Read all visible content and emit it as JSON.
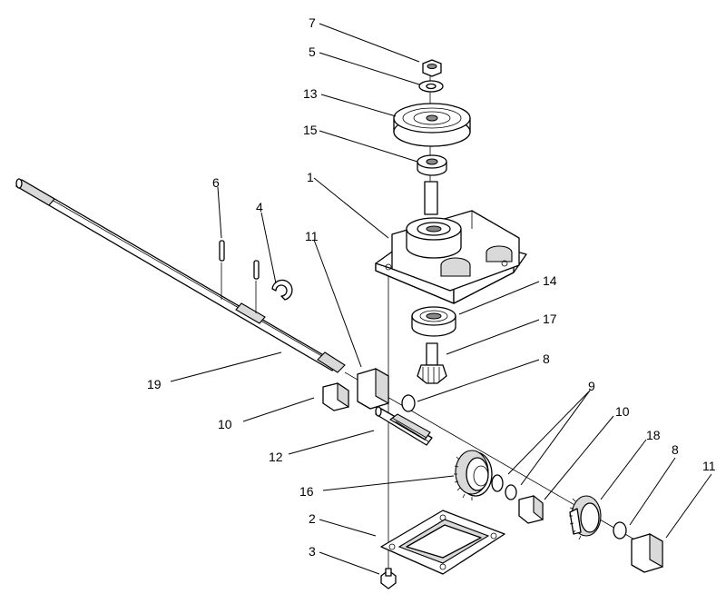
{
  "callouts": {
    "c1": "1",
    "c2": "2",
    "c3": "3",
    "c4": "4",
    "c5": "5",
    "c6": "6",
    "c7": "7",
    "c8a": "8",
    "c8b": "8",
    "c9": "9",
    "c10a": "10",
    "c10b": "10",
    "c11a": "11",
    "c11b": "11",
    "c12": "12",
    "c13": "13",
    "c14": "14",
    "c15": "15",
    "c16": "16",
    "c17": "17",
    "c18": "18",
    "c19": "19"
  }
}
